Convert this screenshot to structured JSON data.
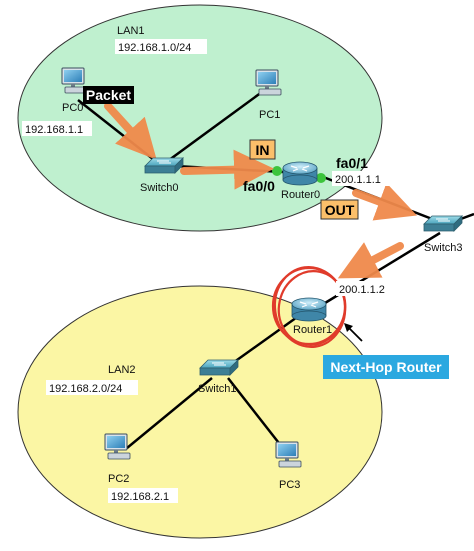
{
  "lan1": {
    "name": "LAN1",
    "network": "192.168.1.0/24"
  },
  "lan2": {
    "name": "LAN2",
    "network": "192.168.2.0/24"
  },
  "devices": {
    "pc0": {
      "label": "PC0",
      "ip": "192.168.1.1"
    },
    "pc1": {
      "label": "PC1"
    },
    "pc2": {
      "label": "PC2",
      "ip": "192.168.2.1"
    },
    "pc3": {
      "label": "PC3"
    },
    "switch0": {
      "label": "Switch0"
    },
    "switch1": {
      "label": "Switch1"
    },
    "switch3": {
      "label": "Switch3"
    },
    "router0": {
      "label": "Router0",
      "ip": "200.1.1.1"
    },
    "router1": {
      "label": "Router1",
      "ip": "200.1.1.2"
    }
  },
  "interfaces": {
    "fa00": "fa0/0",
    "fa01": "fa0/1"
  },
  "tags": {
    "packet": "Packet",
    "in": "IN",
    "out": "OUT",
    "next_hop": "Next-Hop Router"
  },
  "colors": {
    "lan1_fill": "#bff0cf",
    "lan2_fill": "#fbf6a4",
    "arrow": "#f08a4b",
    "tag_orange": "#fbbf6a",
    "next_hop_blue": "#2ba8e0",
    "highlight_red": "#e03b2b",
    "link_dot": "#3cc43c"
  }
}
